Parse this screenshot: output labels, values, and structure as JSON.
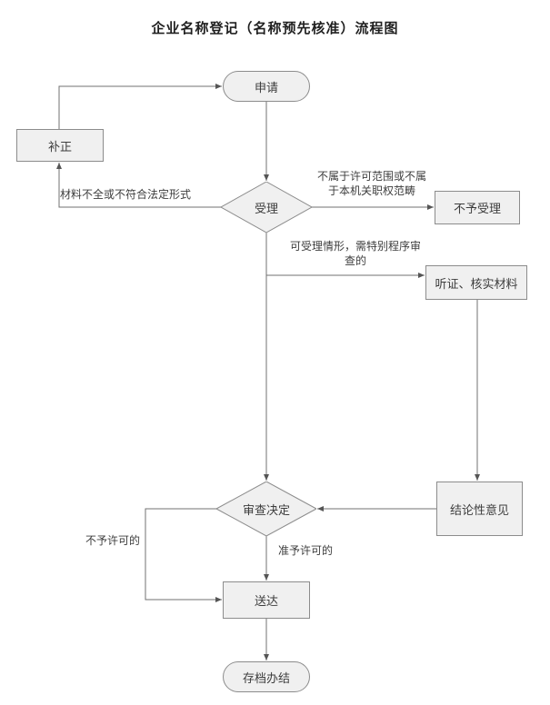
{
  "title": "企业名称登记（名称预先核准）流程图",
  "nodes": {
    "apply": {
      "label": "申请"
    },
    "correction": {
      "label": "补正"
    },
    "acceptance": {
      "label": "受理"
    },
    "not_accepted": {
      "label": "不予受理"
    },
    "hearing": {
      "label": "听证、核实材料"
    },
    "review_decision": {
      "label": "审查决定"
    },
    "conclusion": {
      "label": "结论性意见"
    },
    "delivery": {
      "label": "送达"
    },
    "archive": {
      "label": "存档办结"
    }
  },
  "edge_labels": {
    "incomplete_materials": "材料不全或不符合法定形式",
    "out_of_scope": "不属于许可范围或不属\n于本机关职权范畴",
    "special_procedure": "可受理情形，需特别程序审\n查的",
    "not_permitted": "不予许可的",
    "permitted": "准予许可的"
  },
  "colors": {
    "node_fill": "#f0f0f0",
    "node_border": "#8c8c8c",
    "line": "#707070",
    "text": "#3d3d3d"
  }
}
